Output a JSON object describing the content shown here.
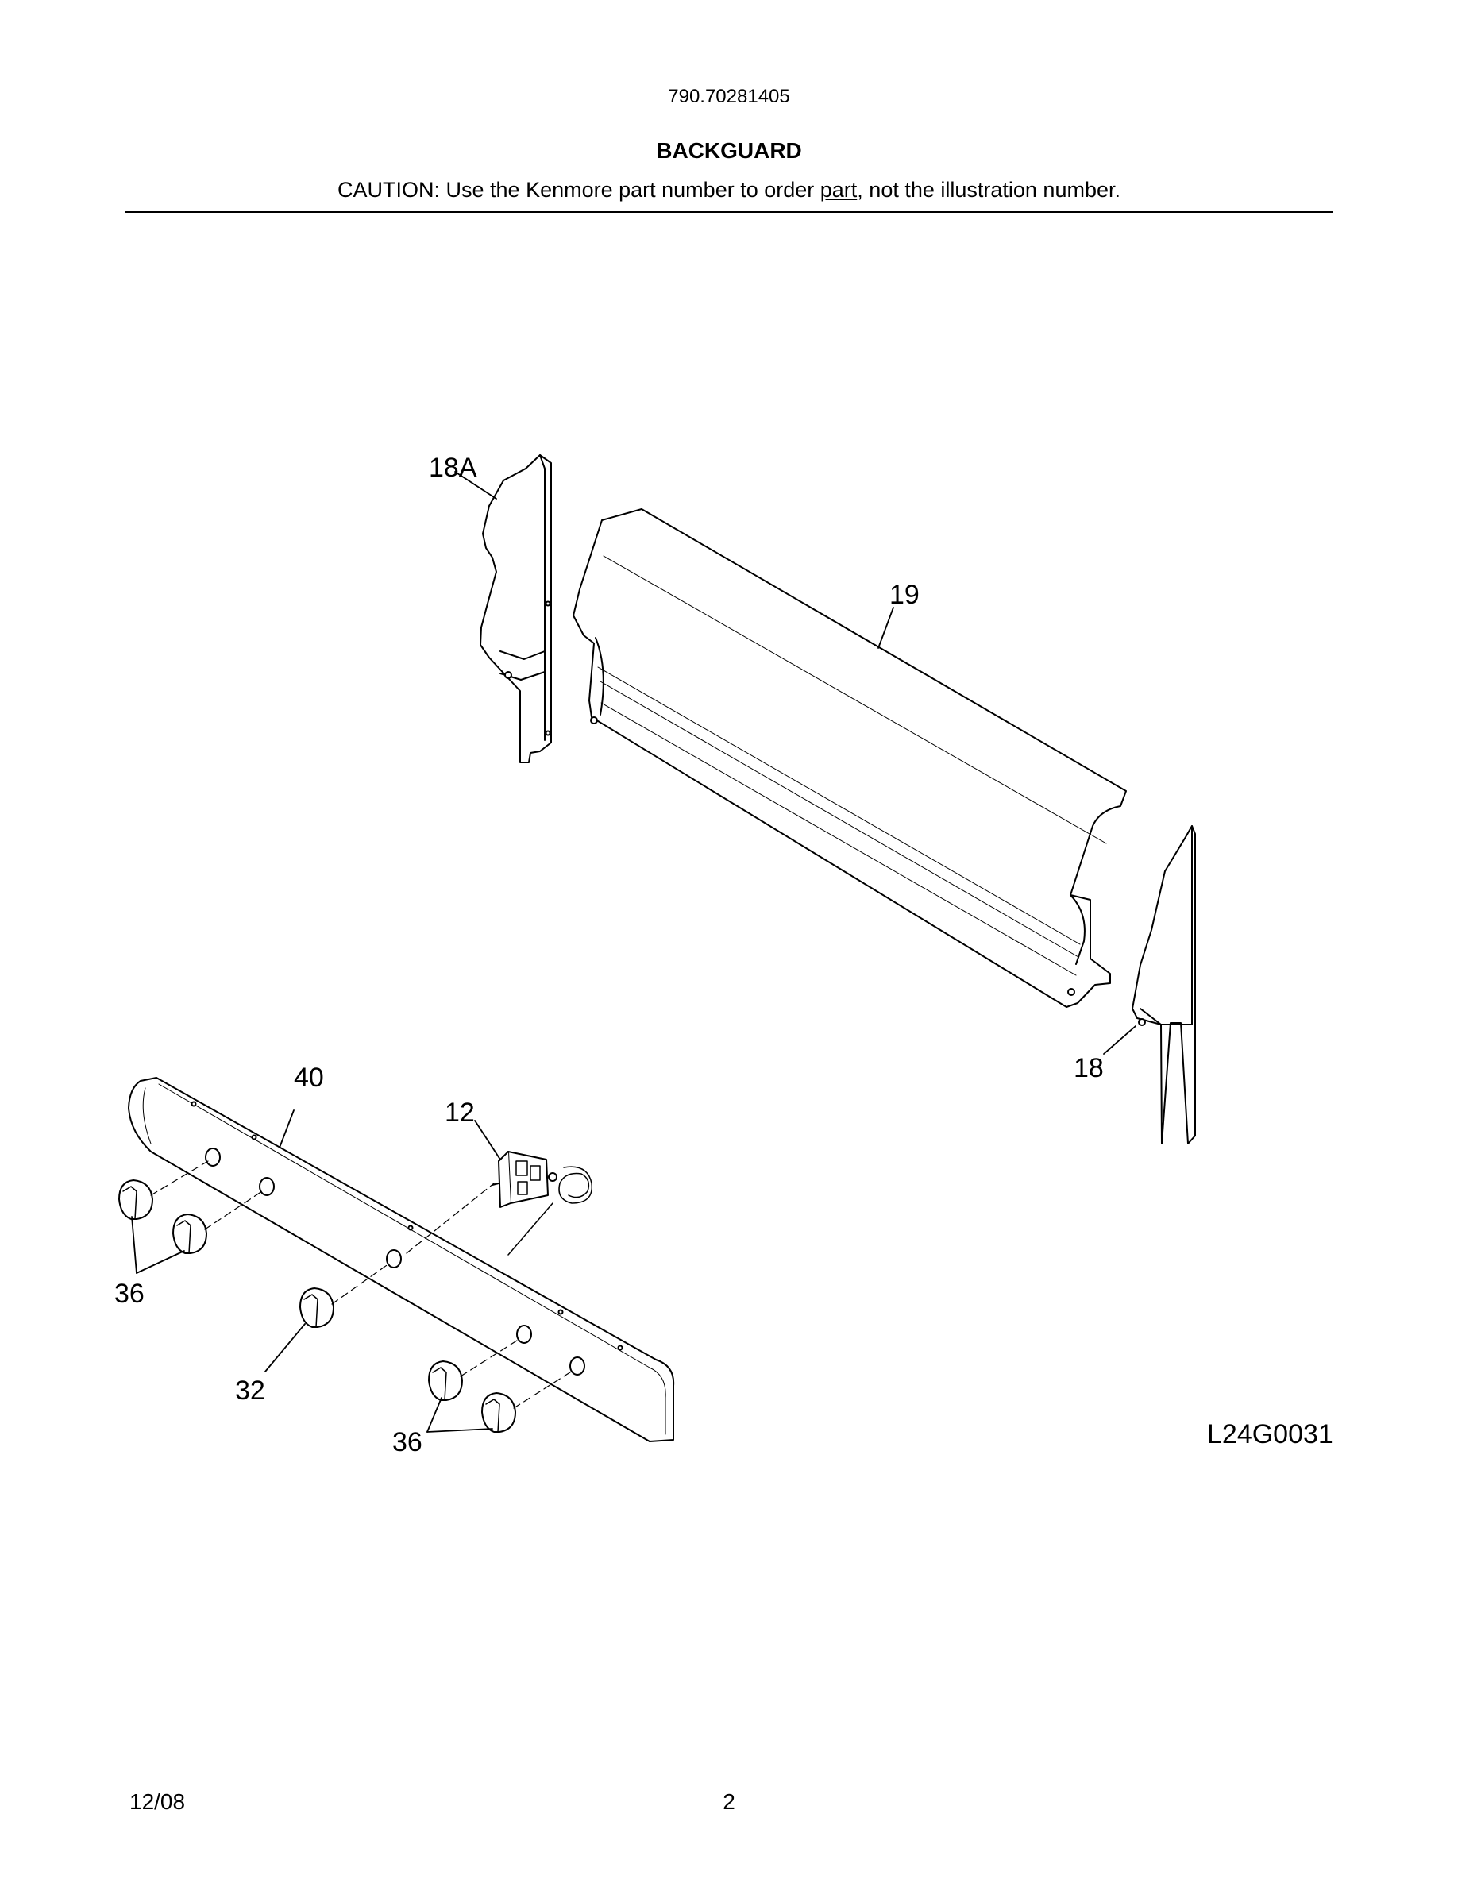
{
  "header": {
    "model_number": "790.70281405",
    "section_title": "BACKGUARD",
    "caution_prefix": "CAUTION: Use the Kenmore part number to order ",
    "caution_underlined": "part",
    "caution_suffix": ", not the illustration number."
  },
  "diagram": {
    "callouts": {
      "p18a": "18A",
      "p19": "19",
      "p18": "18",
      "p40": "40",
      "p12": "12",
      "p36_left": "36",
      "p32": "32",
      "p36_bottom": "36"
    },
    "drawing_code": "L24G0031"
  },
  "footer": {
    "date": "12/08",
    "page_number": "2"
  }
}
